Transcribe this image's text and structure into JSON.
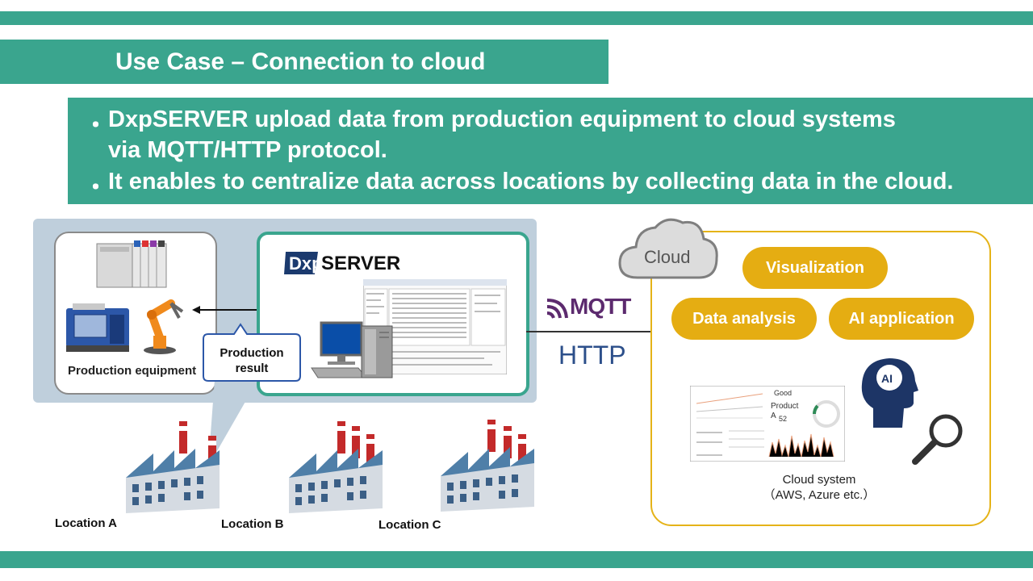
{
  "slide": {
    "title": "Use Case – Connection to cloud",
    "bullets": [
      {
        "marker": "・",
        "line1": "DxpSERVER upload data from production equipment to cloud systems",
        "line2": "via MQTT/HTTP protocol."
      },
      {
        "marker": "・",
        "line1": "It enables to centralize data across locations by collecting data in the cloud.",
        "line2": ""
      }
    ]
  },
  "diagram": {
    "equipment_label": "Production equipment",
    "product_logo_prefix": "Dxp",
    "product_logo_suffix": "SERVER",
    "callout": {
      "line1": "Production",
      "line2": "result"
    },
    "protocol_mqtt": "MQTT",
    "protocol_http": "HTTP",
    "cloud_label": "Cloud",
    "apps": [
      "Visualization",
      "Data analysis",
      "AI application"
    ],
    "ai_badge": "AI",
    "dashboard": {
      "good": "Good",
      "product": "Product",
      "product_sub": "A",
      "count": "52"
    },
    "cloud_system": {
      "line1": "Cloud system",
      "line2": "（AWS, Azure etc.）"
    },
    "locations": [
      "Location A",
      "Location B",
      "Location C"
    ]
  },
  "colors": {
    "teal": "#3aa58e",
    "gold": "#e5ad12",
    "mqtt_purple": "#5c2a6e",
    "http_blue": "#2c4f8a",
    "panel_gray_blue": "#bfcfdc"
  },
  "icons": [
    "plc-icon",
    "machine-tool-icon",
    "robot-arm-icon",
    "computer-icon",
    "server-icon",
    "cloud-icon",
    "ai-head-icon",
    "magnifier-icon",
    "factory-icon"
  ]
}
